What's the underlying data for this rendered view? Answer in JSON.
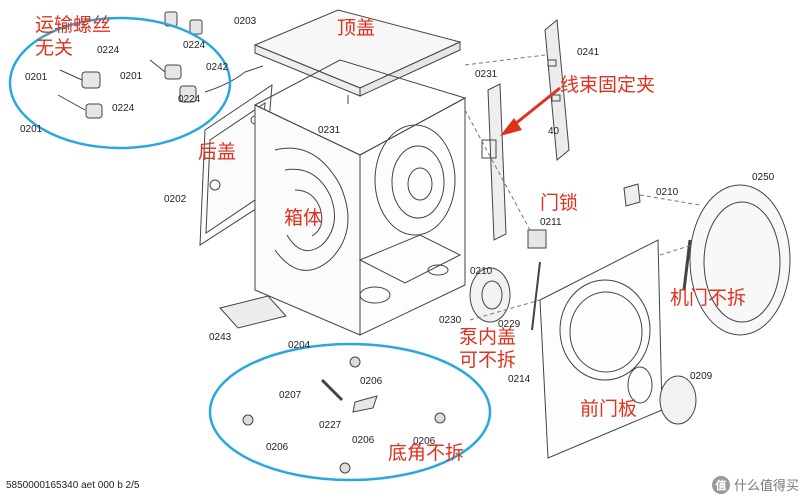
{
  "part_codes": {
    "c0203": "0203",
    "c0201a": "0201",
    "c0201b": "0201",
    "c0201c": "0201",
    "c0224a": "0224",
    "c0224b": "0224",
    "c0224c": "0224",
    "c0224d": "0224",
    "c0242": "0242",
    "c0231a": "0231",
    "c0231b": "0231",
    "c0241": "0241",
    "c0240": "40",
    "c0202": "0202",
    "c0210a": "0210",
    "c0210b": "0210",
    "c0211": "0211",
    "c0250": "0250",
    "c0243": "0243",
    "c0204": "0204",
    "c0230": "0230",
    "c0229": "0229",
    "c0214": "0214",
    "c0209": "0209",
    "c0207": "0207",
    "c0206a": "0206",
    "c0206b": "0206",
    "c0206c": "0206",
    "c0206d": "0206",
    "c0227": "0227"
  },
  "annotations": {
    "transport_bolts_line1": "运输螺丝",
    "transport_bolts_line2": "无关",
    "top_cover": "顶盖",
    "harness_clip": "线束固定夹",
    "rear_cover": "后盖",
    "cabinet": "箱体",
    "door_lock": "门锁",
    "door_not_removed": "机门不拆",
    "pump_cover_line1": "泵内盖",
    "pump_cover_line2": "可不拆",
    "front_panel": "前门板",
    "feet_not_removed": "底角不拆"
  },
  "footer": {
    "doc_ref": "5850000165340 aet 000 b 2/5"
  },
  "watermark": {
    "badge": "值",
    "text": "什么值得买"
  },
  "colors": {
    "annotation": "#e0301e",
    "highlight_ellipse": "#2aa7df",
    "line_art": "#444444"
  }
}
